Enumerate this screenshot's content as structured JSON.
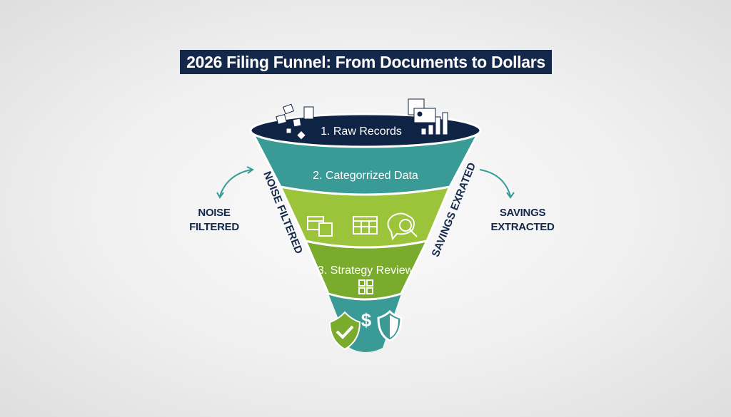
{
  "title": "2026 Filing Funnel: From Documents to Dollars",
  "stages": [
    {
      "label": "1. Raw Records",
      "color": "#0f2444"
    },
    {
      "label": "2. Categorrized Data",
      "color": "#3a9a96"
    },
    {
      "label": "",
      "color": "#9cc43a"
    },
    {
      "label": "3. Strategy Review",
      "color": "#7aab2c"
    },
    {
      "label": "",
      "color": "#3a9a96"
    }
  ],
  "edge_labels": {
    "left": "NOISE FILTERED",
    "right": "SAVINGS EXRATED"
  },
  "side_labels": {
    "left": [
      "NOISE",
      "FILTERED"
    ],
    "right": [
      "SAVINGS",
      "EXTRACTED"
    ]
  },
  "bottom_symbol": "$"
}
